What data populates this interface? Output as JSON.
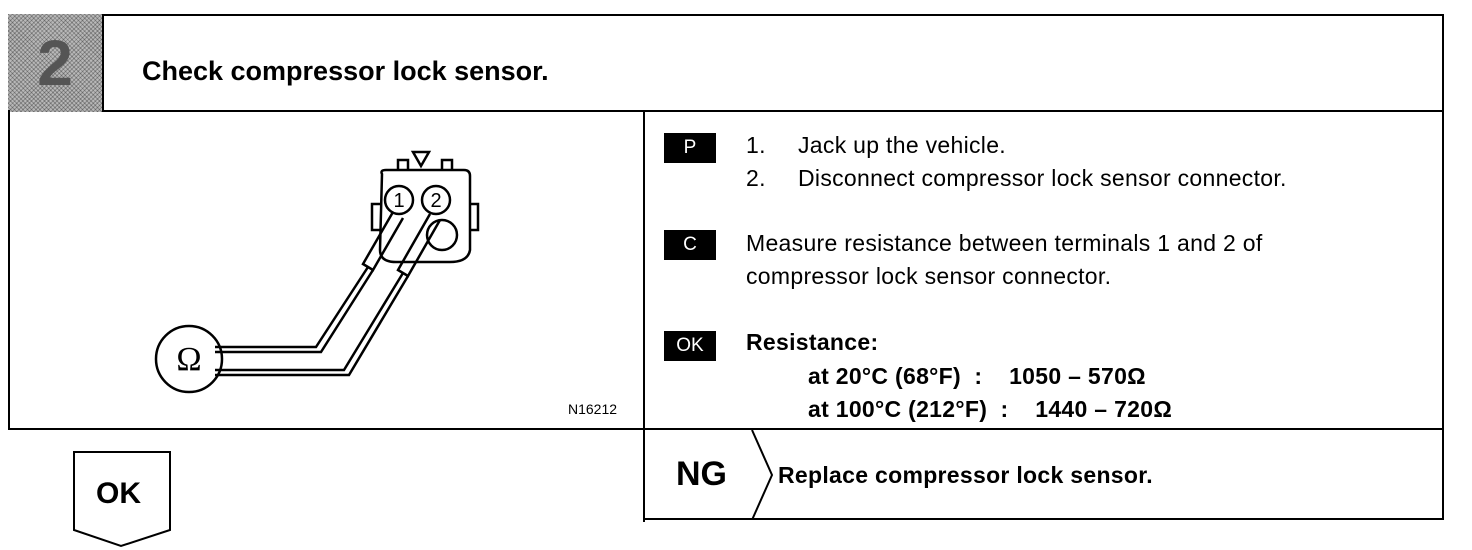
{
  "header": {
    "step_number": "2",
    "title": "Check compressor lock sensor."
  },
  "figure": {
    "id": "N16212",
    "ohm_symbol": "Ω",
    "terminal_1": "1",
    "terminal_2": "2"
  },
  "procedure": {
    "p_tag": "P",
    "p_steps": [
      "1.",
      "Jack up the vehicle.",
      "2.",
      "Disconnect compressor lock sensor connector."
    ],
    "c_tag": "C",
    "c_text_line1": "Measure resistance between terminals 1 and 2 of",
    "c_text_line2": "compressor lock sensor connector.",
    "ok_tag": "OK",
    "ok_heading": "Resistance:",
    "ok_line1": "at 20°C (68°F)  :    1050 – 570Ω",
    "ok_line2": "at 100°C (212°F)  :    1440 – 720Ω"
  },
  "ng": {
    "label": "NG",
    "action": "Replace compressor lock sensor."
  },
  "ok_result": {
    "label": "OK"
  }
}
